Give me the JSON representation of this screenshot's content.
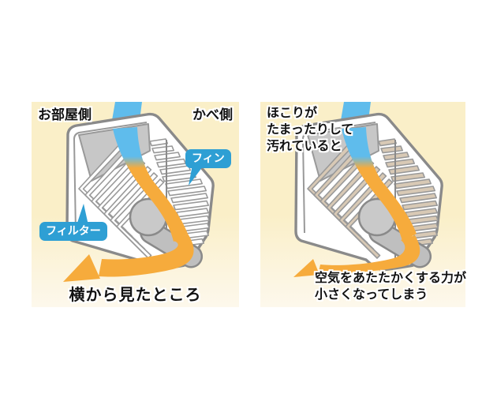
{
  "figure": {
    "left_panel": {
      "room_side_label": "お部屋側",
      "wall_side_label": "かべ側",
      "fin_badge": "フィン",
      "filter_badge": "フィルター",
      "caption": "横から見たところ"
    },
    "right_panel": {
      "note_lines": [
        "ほこりが",
        "たまったりして",
        "汚れていると"
      ],
      "caption_lines": [
        "空気をあたたかくする力が",
        "小さくなってしまう"
      ]
    }
  },
  "colors": {
    "page_bg": "#ffffff",
    "panel_bg_top": "#faefc8",
    "panel_bg_bottom": "#fdf8ec",
    "stream_blue": "#5fbcec",
    "stream_orange": "#f6ab3c",
    "badge_blue": "#2e9fd4",
    "body_fill": "#ffffff",
    "outline_gray": "#8a8a8a",
    "line_gray": "#999999",
    "metal_gray": "#c9c9c9",
    "duct_gray": "#bfbfbf",
    "chamber_gray": "#c7c7c7",
    "fin_clean": "#ffffff",
    "fin_dirty": "#d8c9b5",
    "text_color": "#111111"
  }
}
